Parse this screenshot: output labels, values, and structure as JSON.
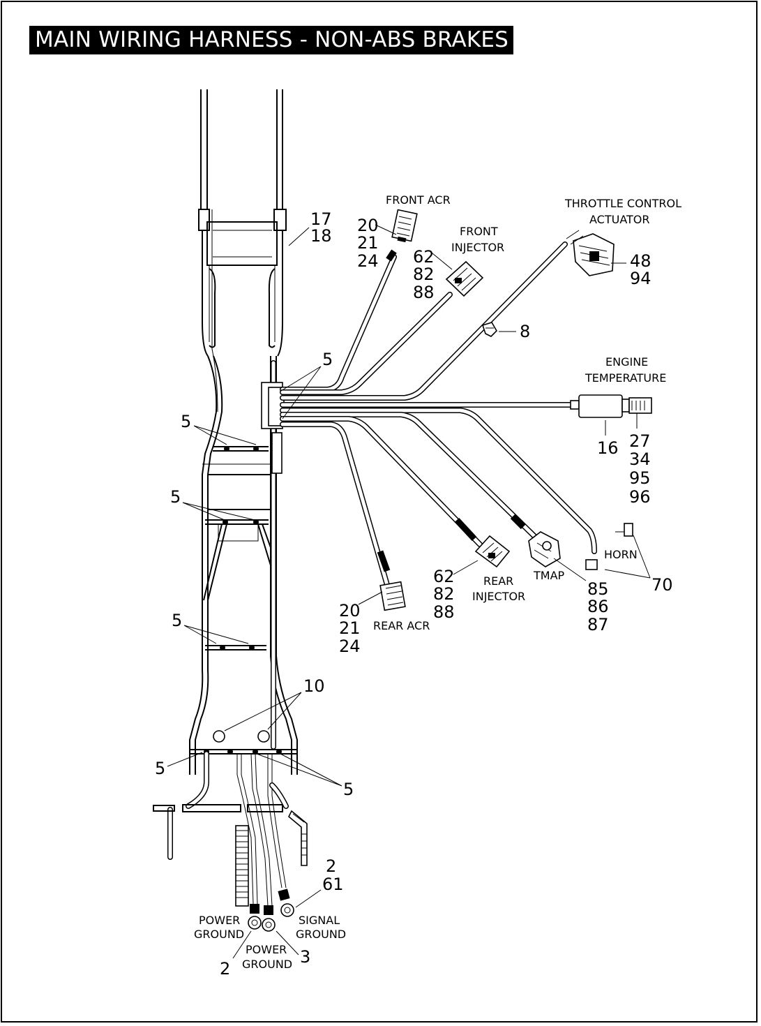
{
  "title": "MAIN WIRING HARNESS - NON-ABS BRAKES",
  "labels": {
    "front_acr": "FRONT ACR",
    "front_injector_1": "FRONT",
    "front_injector_2": "INJECTOR",
    "throttle_1": "THROTTLE CONTROL",
    "throttle_2": "ACTUATOR",
    "engine_temp_1": "ENGINE",
    "engine_temp_2": "TEMPERATURE",
    "horn": "HORN",
    "tmap": "TMAP",
    "rear_injector_1": "REAR",
    "rear_injector_2": "INJECTOR",
    "rear_acr": "REAR ACR",
    "power_ground_left_1": "POWER",
    "power_ground_left_2": "GROUND",
    "power_ground_mid_1": "POWER",
    "power_ground_mid_2": "GROUND",
    "signal_ground_1": "SIGNAL",
    "signal_ground_2": "GROUND"
  },
  "callouts": {
    "c17": "17",
    "c18": "18",
    "fa20": "20",
    "fa21": "21",
    "fa24": "24",
    "fi62": "62",
    "fi82": "82",
    "fi88": "88",
    "tc48": "48",
    "tc94": "94",
    "c8": "8",
    "c5_top": "5",
    "c5_a": "5",
    "c5_b": "5",
    "c5_c": "5",
    "c5_bl": "5",
    "c5_br": "5",
    "c16": "16",
    "et27": "27",
    "et34": "34",
    "et95": "95",
    "et96": "96",
    "c70": "70",
    "tm85": "85",
    "tm86": "86",
    "tm87": "87",
    "ri62": "62",
    "ri82": "82",
    "ri88": "88",
    "ra20": "20",
    "ra21": "21",
    "ra24": "24",
    "c10": "10",
    "sg2": "2",
    "sg61": "61",
    "pg2": "2",
    "pg3": "3"
  }
}
